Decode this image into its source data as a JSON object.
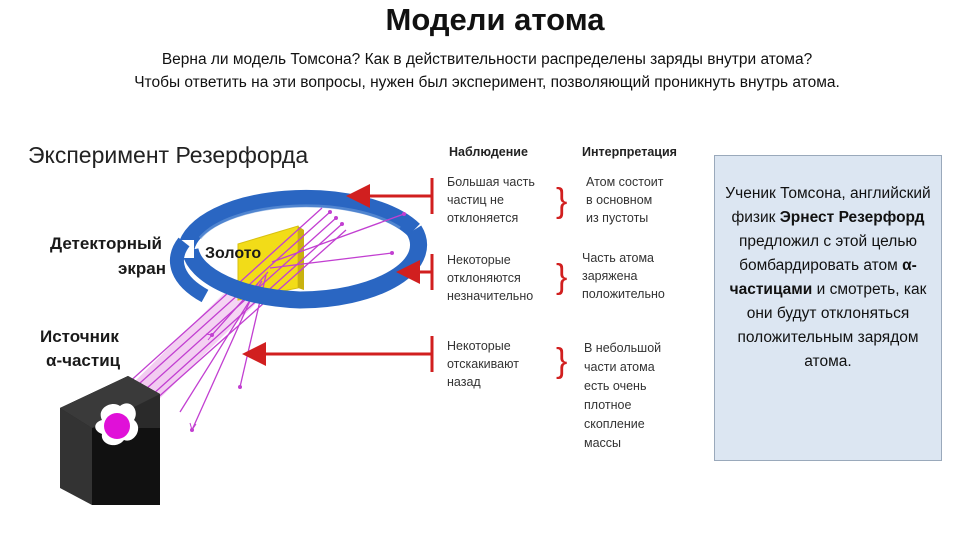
{
  "title": "Модели атома",
  "intro": {
    "line1": "Верна ли модель Томсона? Как в действительности распределены заряды внутри атома?",
    "line2": "Чтобы ответить на эти вопросы, нужен был эксперимент, позволяющий проникнуть внутрь атома."
  },
  "diagram": {
    "heading": "Эксперимент Резерфорда",
    "col_observation": "Наблюдение",
    "col_interpretation": "Интерпретация",
    "detector_label": [
      "Детекторный",
      "экран"
    ],
    "gold_label": "Золото",
    "source_label": [
      "Источник",
      "α-частиц"
    ],
    "rows": [
      {
        "observation": [
          "Большая часть",
          "частиц не",
          "отклоняется"
        ],
        "interpretation": [
          "Атом состоит",
          "в основном",
          "из пустоты"
        ]
      },
      {
        "observation": [
          "Некоторые",
          "отклоняются",
          "незначительно"
        ],
        "interpretation": [
          "Часть атома",
          "заряжена",
          "положительно"
        ]
      },
      {
        "observation": [
          "Некоторые",
          "отскакивают",
          "назад"
        ],
        "interpretation": [
          "В небольшой",
          "части атома",
          "есть очень",
          "плотное",
          "скопление",
          "массы"
        ]
      }
    ],
    "colors": {
      "ring": "#2a66c2",
      "gold": "#f2dc18",
      "ray": "#c23fd1",
      "arrow": "#d11f1f",
      "box": "#1f1f1f"
    }
  },
  "sidebox": {
    "t1": "Ученик Томсона, английский физик",
    "t2": "Эрнест Резерфорд",
    "t3": "предложил с этой целью бомбардировать атом",
    "t4": "α-частицами",
    "t5": "и смотреть, как они будут отклоняться положительным зарядом атома."
  }
}
